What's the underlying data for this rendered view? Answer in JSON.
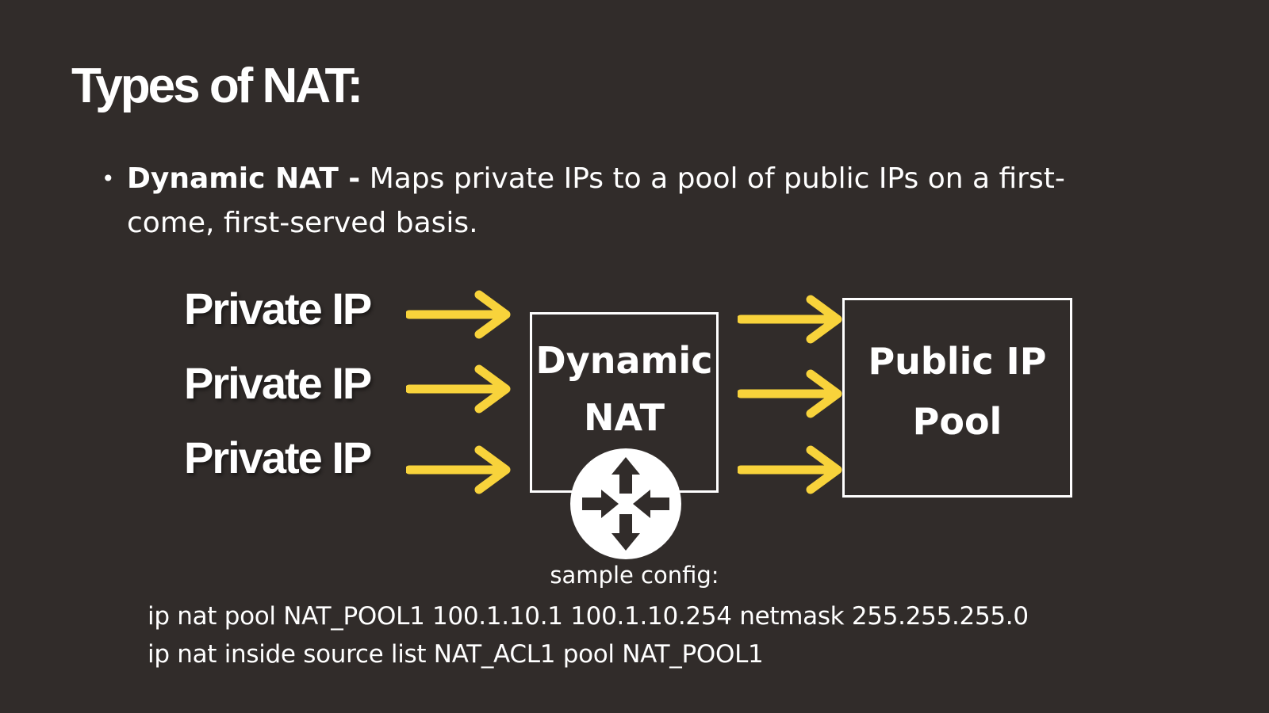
{
  "title": "Types of NAT:",
  "bullet": {
    "term": "Dynamic NAT -",
    "description": "Maps private IPs to a pool of public IPs on a first-come, first-served basis."
  },
  "diagram": {
    "sources": [
      {
        "label": "Private IP"
      },
      {
        "label": "Private IP"
      },
      {
        "label": "Private IP"
      }
    ],
    "nat_box": {
      "line1": "Dynamic",
      "line2": "NAT"
    },
    "pool_box": {
      "line1": "Public IP",
      "line2": "Pool"
    },
    "arrow_color": "#f8d33b",
    "router_icon": "router-icon"
  },
  "config": {
    "caption": "sample config:",
    "lines": [
      "ip nat pool NAT_POOL1 100.1.10.1 100.1.10.254 netmask 255.255.255.0",
      "ip nat inside source list NAT_ACL1 pool NAT_POOL1"
    ]
  }
}
